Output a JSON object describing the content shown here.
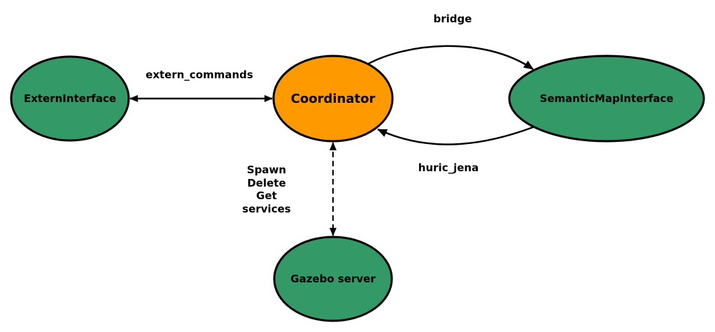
{
  "nodes": {
    "extern_interface": {
      "label": "ExternInterface",
      "color": "#339966"
    },
    "coordinator": {
      "label": "Coordinator",
      "color": "#FF9900"
    },
    "semantic_map_interface": {
      "label": "SemanticMapInterface",
      "color": "#339966"
    },
    "gazebo_server": {
      "label": "Gazebo server",
      "color": "#339966"
    }
  },
  "edges": {
    "extern_commands": {
      "label": "extern_commands",
      "style": "solid",
      "direction": "both"
    },
    "bridge": {
      "label": "bridge",
      "style": "solid",
      "direction": "forward"
    },
    "huric_jena": {
      "label": "huric_jena",
      "style": "solid",
      "direction": "forward"
    },
    "services": {
      "lines": [
        "Spawn",
        "Delete",
        "Get",
        "services"
      ],
      "style": "dashed",
      "direction": "both"
    }
  }
}
